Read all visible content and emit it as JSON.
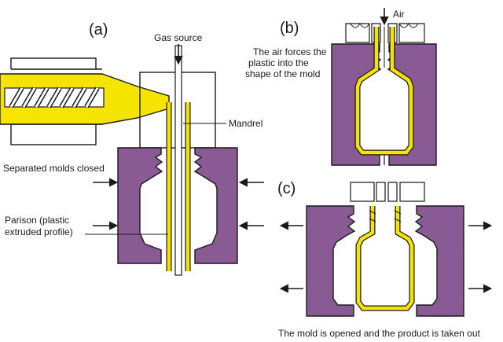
{
  "panels": {
    "a": "(a)",
    "b": "(b)",
    "c": "(c)"
  },
  "labels": {
    "gas_source": "Gas source",
    "mandrel": "Mandrel",
    "separated_molds": "Separated molds closed",
    "parison_line1": "Parison (plastic",
    "parison_line2": "extruded profile)",
    "air": "Air",
    "air_forces_line1": "The air forces the",
    "air_forces_line2": "plastic into the",
    "air_forces_line3": "shape of the mold",
    "mold_opened": "The mold is opened and the product is taken out"
  },
  "colors": {
    "mold": "#8a5a94",
    "plastic": "#f5e400",
    "outline": "#1a1a1a"
  }
}
